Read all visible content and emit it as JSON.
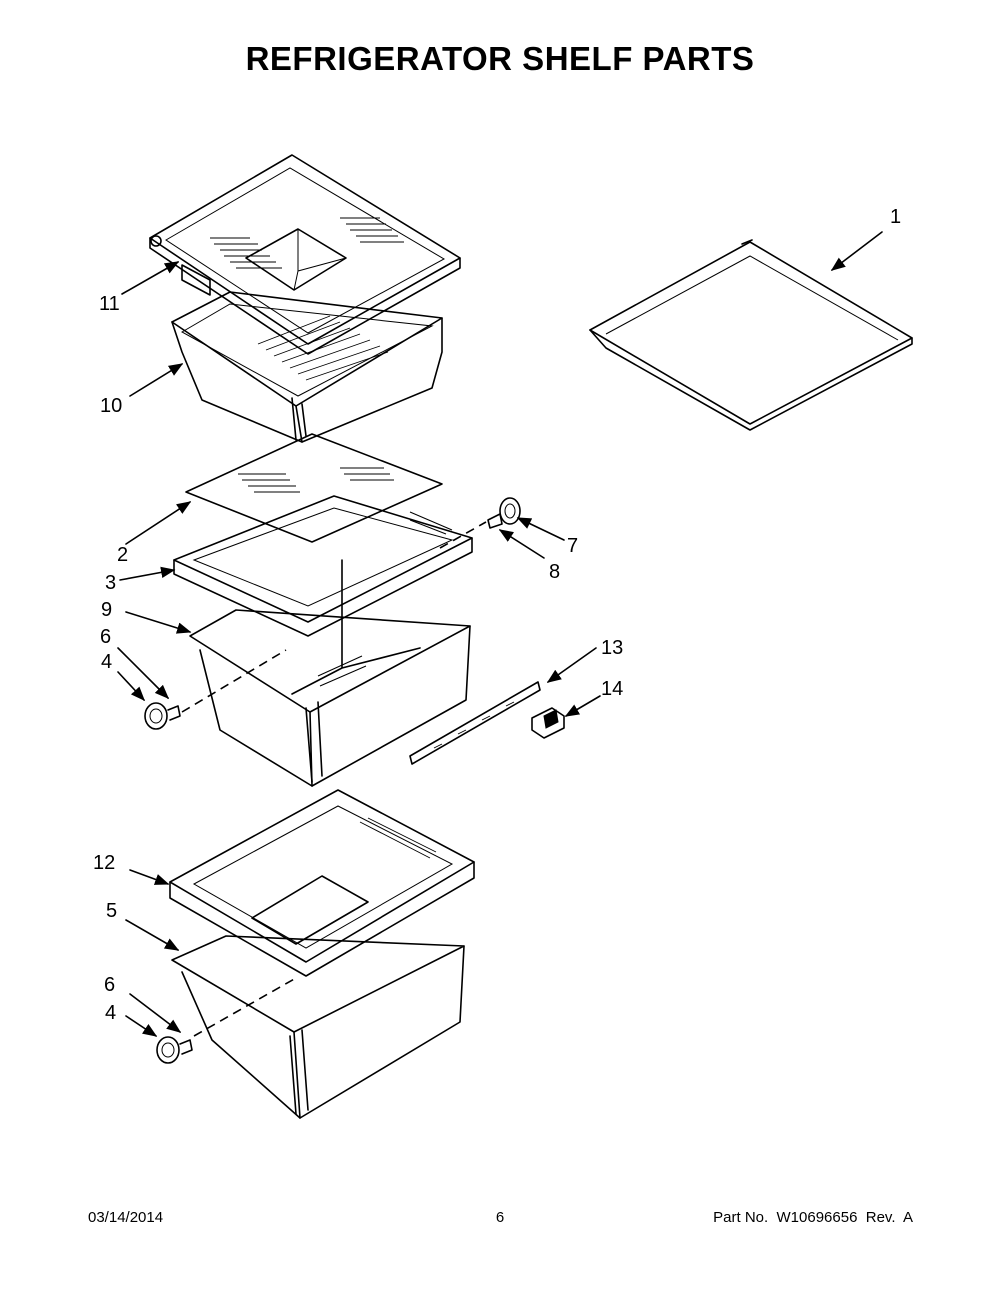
{
  "title": "REFRIGERATOR SHELF PARTS",
  "callouts": [
    {
      "id": "1",
      "label": "1"
    },
    {
      "id": "2",
      "label": "2"
    },
    {
      "id": "3",
      "label": "3"
    },
    {
      "id": "4a",
      "label": "4"
    },
    {
      "id": "4b",
      "label": "4"
    },
    {
      "id": "5",
      "label": "5"
    },
    {
      "id": "6a",
      "label": "6"
    },
    {
      "id": "6b",
      "label": "6"
    },
    {
      "id": "7",
      "label": "7"
    },
    {
      "id": "8",
      "label": "8"
    },
    {
      "id": "9",
      "label": "9"
    },
    {
      "id": "10",
      "label": "10"
    },
    {
      "id": "11",
      "label": "11"
    },
    {
      "id": "12",
      "label": "12"
    },
    {
      "id": "13",
      "label": "13"
    },
    {
      "id": "14",
      "label": "14"
    }
  ],
  "footer": {
    "date": "03/14/2014",
    "page": "6",
    "part": "Part No.  W10696656  Rev.  A"
  }
}
